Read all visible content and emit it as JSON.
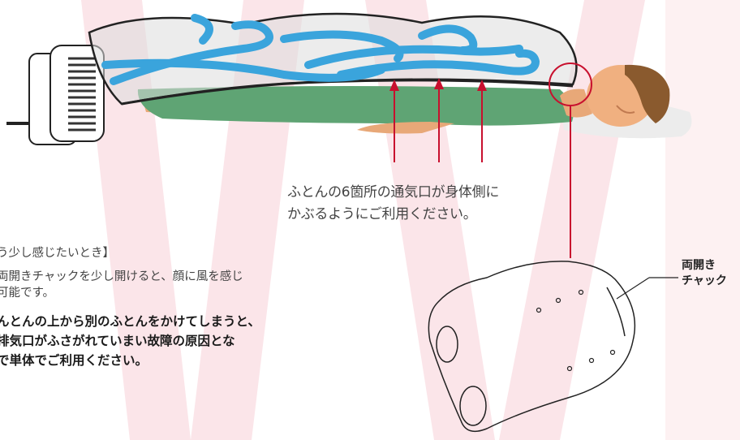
{
  "caption": {
    "line1": "ふとんの6箇所の通気口が身体側に",
    "line2": "かぶるようにご利用ください。"
  },
  "note": {
    "heading": "う少し感じたいとき】",
    "line1": "両開きチャックを少し開けると、顔に風を感じ",
    "line2": "可能です。"
  },
  "warning": {
    "line1": "んとんの上から別のふとんをかけてしまうと、",
    "line2": "排気口がふさがれていまい故障の原因とな",
    "line3": "で単体でご利用ください。"
  },
  "callout": {
    "label_line1": "両開き",
    "label_line2": "チャック"
  },
  "colors": {
    "accent_red": "#c8102e",
    "airflow_blue": "#3aa4dc",
    "body_green": "#5fa474",
    "watermark_pink": "#fbe5e9",
    "band_pink": "#fdf1f2"
  }
}
